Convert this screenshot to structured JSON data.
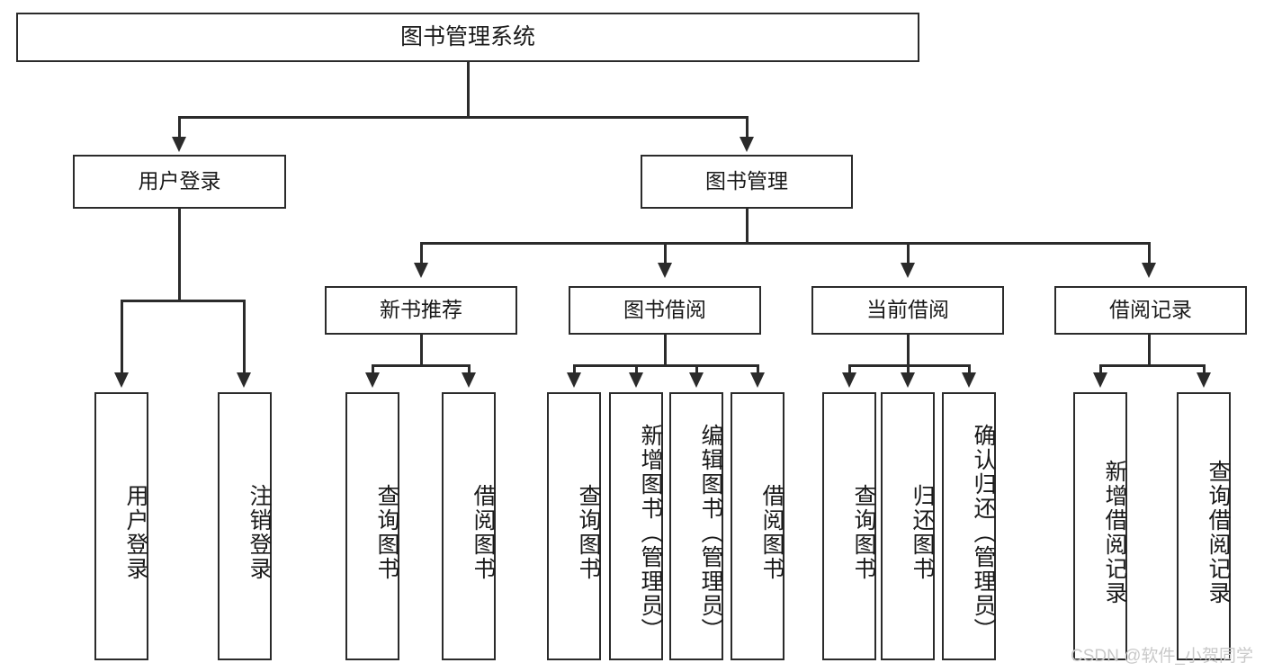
{
  "diagram": {
    "title": "图书管理系统",
    "type": "hierarchy-tree",
    "root": {
      "label": "图书管理系统"
    },
    "level2": [
      {
        "label": "用户登录"
      },
      {
        "label": "图书管理"
      }
    ],
    "level3": [
      {
        "label": "新书推荐"
      },
      {
        "label": "图书借阅"
      },
      {
        "label": "当前借阅"
      },
      {
        "label": "借阅记录"
      }
    ],
    "leaves": {
      "user_login": [
        {
          "label": "用户登录"
        },
        {
          "label": "注销登录"
        }
      ],
      "new_book_recommend": [
        {
          "label": "查询图书"
        },
        {
          "label": "借阅图书"
        }
      ],
      "book_borrow": [
        {
          "label": "查询图书"
        },
        {
          "label": "新增图书（管理员）"
        },
        {
          "label": "编辑图书（管理员）"
        },
        {
          "label": "借阅图书"
        }
      ],
      "current_borrow": [
        {
          "label": "查询图书"
        },
        {
          "label": "归还图书"
        },
        {
          "label": "确认归还（管理员）"
        }
      ],
      "borrow_records": [
        {
          "label": "新增借阅记录"
        },
        {
          "label": "查询借阅记录"
        }
      ]
    }
  },
  "watermark": {
    "text": "CSDN @软件_小贺同学"
  },
  "colors": {
    "stroke": "#2b2b2b",
    "background": "#ffffff",
    "text": "#1a1a1a",
    "watermark": "#c9c9c9"
  }
}
